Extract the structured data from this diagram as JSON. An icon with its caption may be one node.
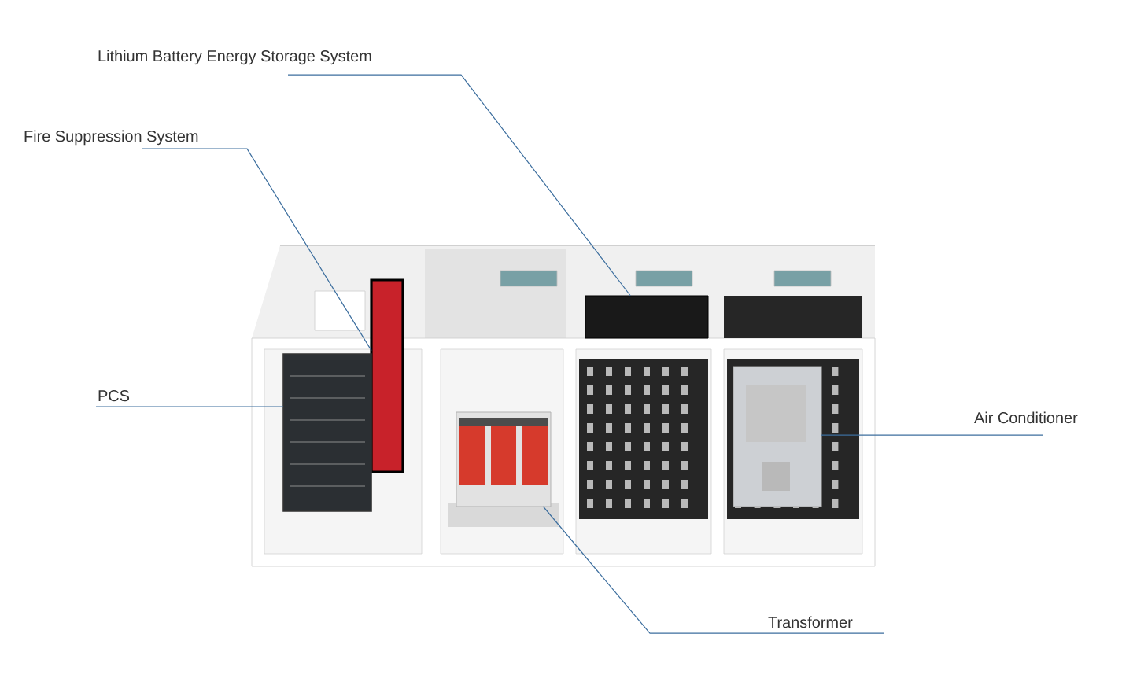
{
  "diagram": {
    "nodes": [
      {
        "text": [
          "Lithium Battery Energy Storage System"
        ]
      },
      {
        "text": [
          "Fire Suppression System"
        ]
      },
      {
        "text": [
          "PCS"
        ]
      },
      {
        "text": [
          "Air Conditioner"
        ]
      },
      {
        "text": [
          "Transformer"
        ]
      },
      {
        "text": [],
        "shape": "box"
      },
      {
        "text": [],
        "shape": "box"
      },
      {
        "text": [],
        "shape": "box"
      },
      {
        "text": [],
        "shape": "box"
      },
      {
        "text": [],
        "shape": "box"
      }
    ],
    "edges": [
      {
        "from": 0,
        "to": 8,
        "arrow": "none"
      },
      {
        "from": 1,
        "to": 5,
        "arrow": "none"
      },
      {
        "from": 2,
        "to": 6,
        "arrow": "none"
      },
      {
        "from": 3,
        "to": 9,
        "arrow": "none"
      },
      {
        "from": 4,
        "to": 7,
        "arrow": "none"
      }
    ]
  }
}
